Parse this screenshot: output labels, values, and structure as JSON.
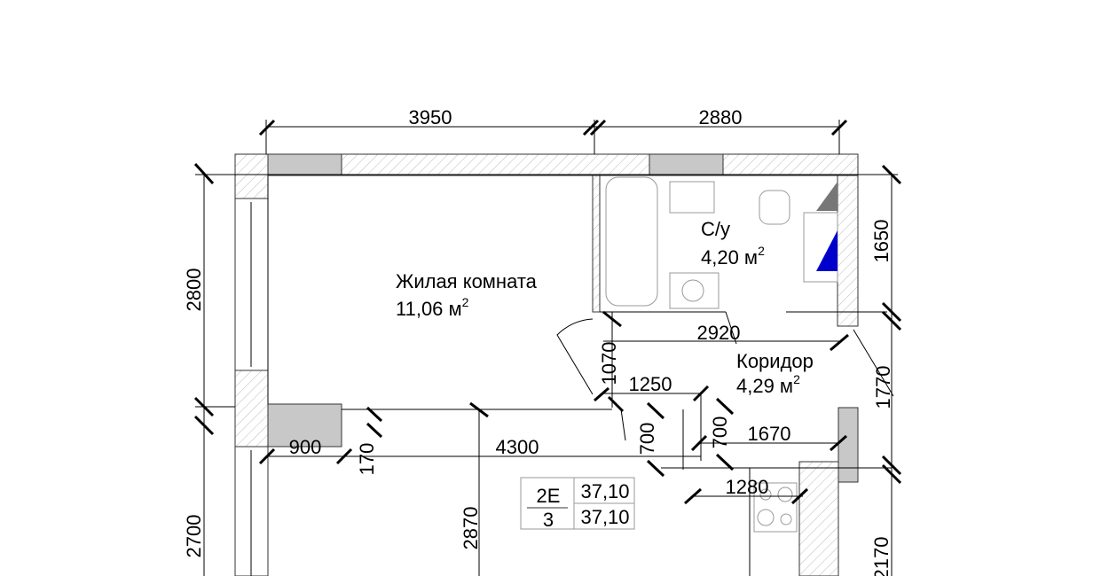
{
  "plan": {
    "rooms": [
      {
        "name": "Жилая комната",
        "area": "11,06 м",
        "unit_sup": "2"
      },
      {
        "name": "С/у",
        "area": "4,20 м",
        "unit_sup": "2"
      },
      {
        "name": "Коридор",
        "area": "4,29 м",
        "unit_sup": "2"
      }
    ],
    "dimensions": {
      "top_living": "3950",
      "top_bath": "2880",
      "left_living": "2800",
      "right_bath": "1650",
      "corridor_width": "2920",
      "door_1070": "1070",
      "dim_1250": "1250",
      "right_corridor": "1770",
      "dim_900": "900",
      "dim_170": "170",
      "dim_4300": "4300",
      "dim_700_a": "700",
      "dim_700_b": "700",
      "dim_1670": "1670",
      "dim_1280": "1280",
      "dim_2870": "2870",
      "left_lower": "2700",
      "right_lower": "2170"
    },
    "legend": {
      "code": "2E",
      "floor": "3",
      "area_total": "37,10",
      "area_living": "37,10"
    },
    "colors": {
      "column": "#c8c8c8",
      "accent_blue": "#0000cc"
    }
  }
}
